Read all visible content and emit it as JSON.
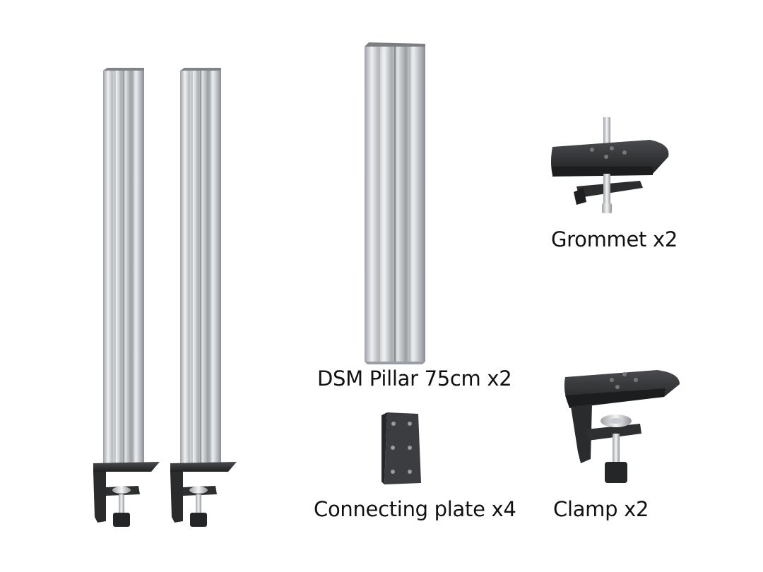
{
  "captions": {
    "pillar": "DSM Pillar 75cm x2",
    "grommet": "Grommet x2",
    "connecting_plate": "Connecting plate x4",
    "clamp": "Clamp x2"
  },
  "colors": {
    "background": "#ffffff",
    "aluminum_light": "#e4e6e8",
    "aluminum_mid": "#b9bcc0",
    "aluminum_dark": "#8e9297",
    "hardware_black": "#2b2c2e",
    "caption_text": "#111111"
  }
}
